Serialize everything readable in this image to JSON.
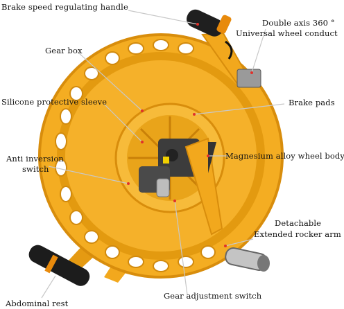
{
  "labels": {
    "brake_speed_handle": "Brake speed regulating handle",
    "double_axis_line1": "Double axis 360 °",
    "double_axis_line2": "Universal wheel conduct",
    "gear_box": "Gear box",
    "silicone_sleeve": "Silicone protective sleeve",
    "brake_pads": "Brake pads",
    "anti_inversion_line1": "Anti inversion",
    "anti_inversion_line2": "switch",
    "magnesium_body": "Magnesium alloy wheel body",
    "detachable_line1": "Detachable",
    "detachable_line2": "Extended rocker arm",
    "gear_adjustment": "Gear adjustment switch",
    "abdominal_rest": "Abdominal rest"
  },
  "colors": {
    "reel_orange": "#f2a81d",
    "reel_shadow": "#d88d0c",
    "metal_dark": "#3a3a3a",
    "leader_line": "#e0302a"
  },
  "icons": [
    "kite-reel-photo"
  ]
}
